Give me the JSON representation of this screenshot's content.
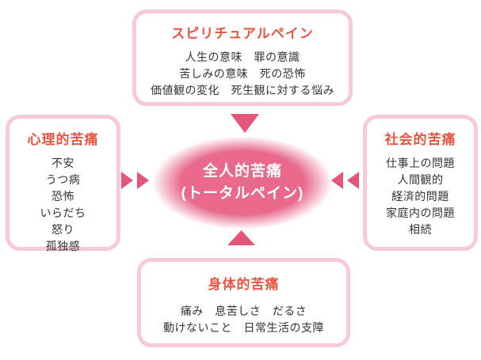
{
  "colors": {
    "border_pink": "#f7c9d9",
    "title_red": "#ea5541",
    "text_dark": "#333333",
    "ellipse_pink": "#e8698a",
    "arrow_pink": "#e4557a"
  },
  "center": {
    "line1": "全人的苦痛",
    "line2": "(トータルペイン)"
  },
  "boxes": {
    "top": {
      "title": "スピリチュアルペイン",
      "lines": [
        "人生の意味　罪の意識",
        "苦しみの意味　死の恐怖",
        "価値観の変化　死生観に対する悩み"
      ]
    },
    "left": {
      "title": "心理的苦痛",
      "lines": [
        "不安",
        "うつ病",
        "恐怖",
        "いらだち",
        "怒り",
        "孤独感"
      ]
    },
    "right": {
      "title": "社会的苦痛",
      "lines": [
        "仕事上の問題",
        "人間観的",
        "経済的問題",
        "家庭内の問題",
        "相続"
      ]
    },
    "bottom": {
      "title": "身体的苦痛",
      "lines": [
        "痛み　息苦しさ　だるさ",
        "動けないこと　日常生活の支障"
      ]
    }
  }
}
